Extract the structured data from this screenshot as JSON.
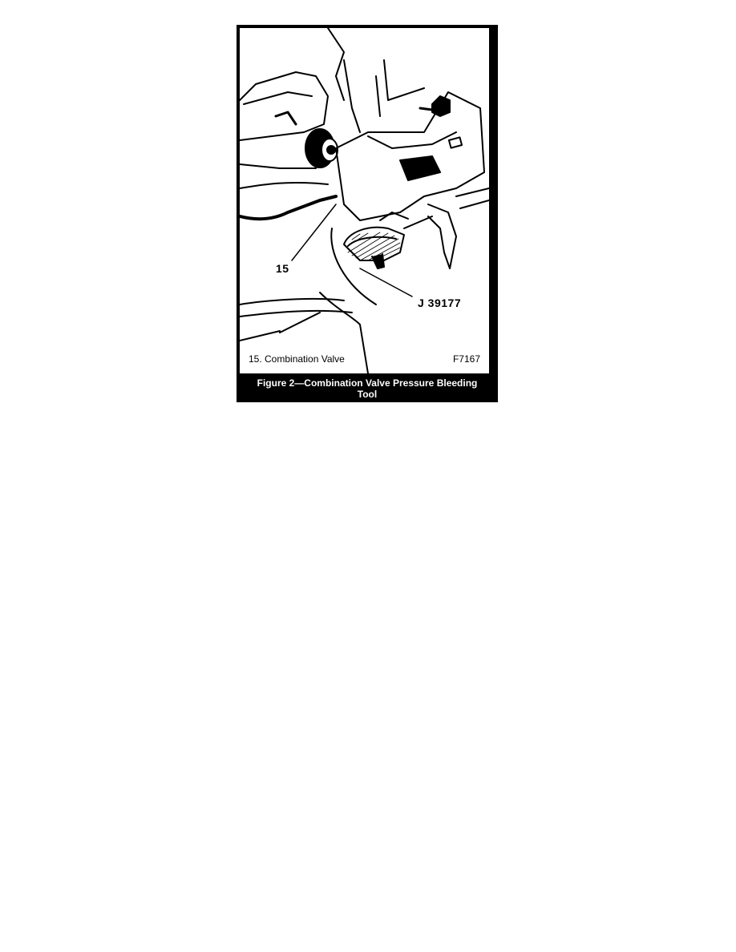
{
  "figure": {
    "callout_valve": "15",
    "callout_tool": "J  39177",
    "legend": "15.  Combination Valve",
    "code": "F7167",
    "caption_line1": "Figure 2—Combination Valve Pressure Bleeding",
    "caption_line2": "Tool"
  }
}
